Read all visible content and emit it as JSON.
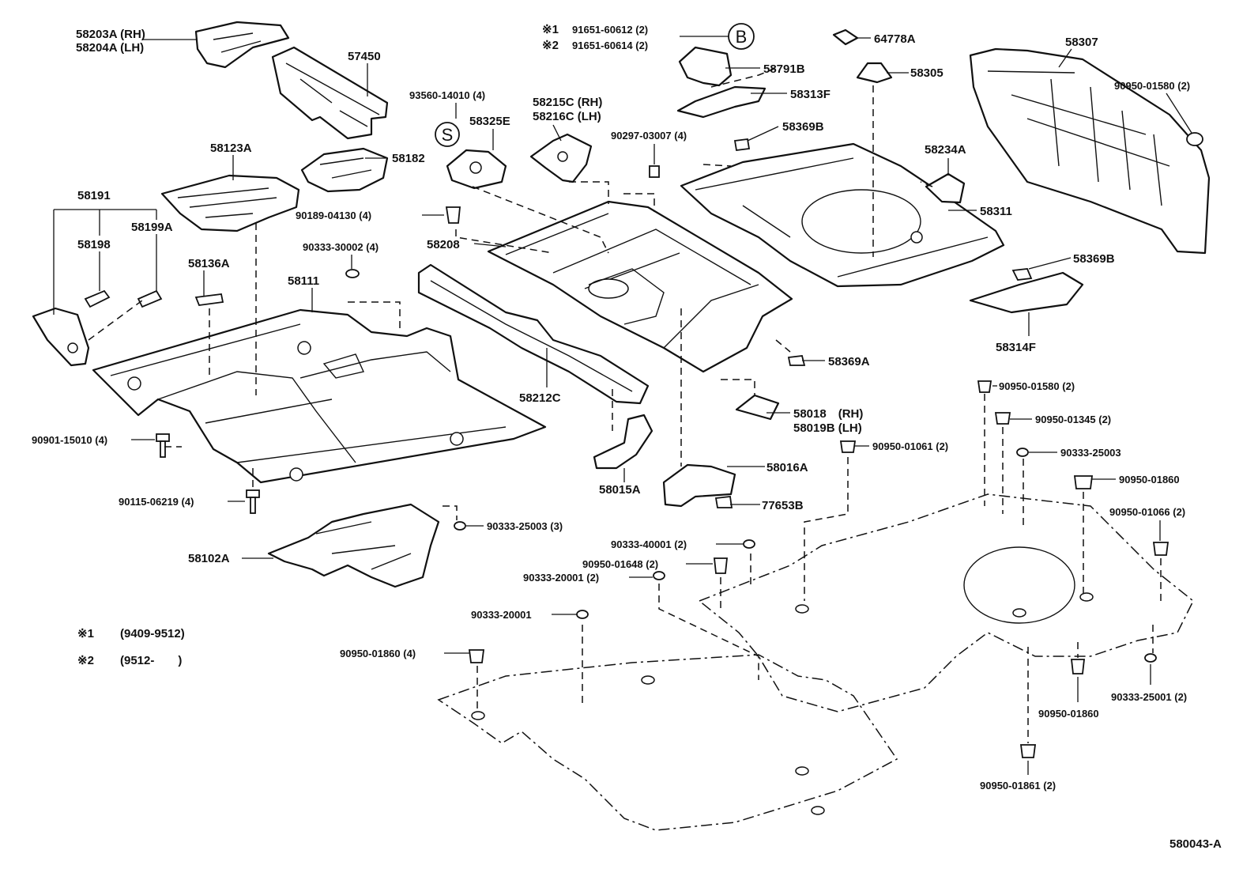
{
  "diagram_code": "580043-A",
  "legend": [
    {
      "mark": "※1",
      "range": "(9409-9512)"
    },
    {
      "mark": "※2",
      "range": "(9512-　　)"
    }
  ],
  "symbols": {
    "s": "S",
    "b": "B"
  },
  "parts": {
    "p58203A": "58203A (RH)",
    "p58204A": "58204A (LH)",
    "p57450": "57450",
    "p58123A": "58123A",
    "p58182": "58182",
    "p58191": "58191",
    "p58198": "58198",
    "p58199A": "58199A",
    "p58136A": "58136A",
    "p58111": "58111",
    "p90901_15010": "90901-15010 (4)",
    "p90115_06219": "90115-06219 (4)",
    "p58102A": "58102A",
    "p90189_04130": "90189-04130 (4)",
    "p90333_30002": "90333-30002 (4)",
    "p93560_14010": "93560-14010 (4)",
    "p58325E": "58325E",
    "p58208": "58208",
    "p58212C": "58212C",
    "p58015A": "58015A",
    "p58215C": "58215C (RH)",
    "p58216C": "58216C (LH)",
    "p90297_03007": "90297-03007 (4)",
    "p91651_60612": "91651-60612 (2)",
    "p91651_60614": "91651-60614 (2)",
    "mark1": "※1",
    "mark2": "※2",
    "p58791B": "58791B",
    "p58313F": "58313F",
    "p58369B_a": "58369B",
    "p64778A": "64778A",
    "p58305": "58305",
    "p58307": "58307",
    "p90950_01580_a": "90950-01580 (2)",
    "p58234A": "58234A",
    "p58311": "58311",
    "p58369B_b": "58369B",
    "p58314F": "58314F",
    "p58369A": "58369A",
    "p58018": "58018　(RH)",
    "p58019B": "58019B (LH)",
    "p58016A": "58016A",
    "p77653B": "77653B",
    "p90333_25003_3": "90333-25003 (3)",
    "p90333_40001": "90333-40001 (2)",
    "p90950_01648": "90950-01648 (2)",
    "p90333_20001_2": "90333-20001 (2)",
    "p90333_20001": "90333-20001",
    "p90950_01860_4": "90950-01860 (4)",
    "p90950_01580_b": "90950-01580 (2)",
    "p90950_01345": "90950-01345 (2)",
    "p90950_01061": "90950-01061 (2)",
    "p90333_25003": "90333-25003",
    "p90950_01860_a": "90950-01860",
    "p90950_01066": "90950-01066 (2)",
    "p90333_25001": "90333-25001 (2)",
    "p90950_01860_b": "90950-01860",
    "p90950_01861": "90950-01861 (2)"
  }
}
